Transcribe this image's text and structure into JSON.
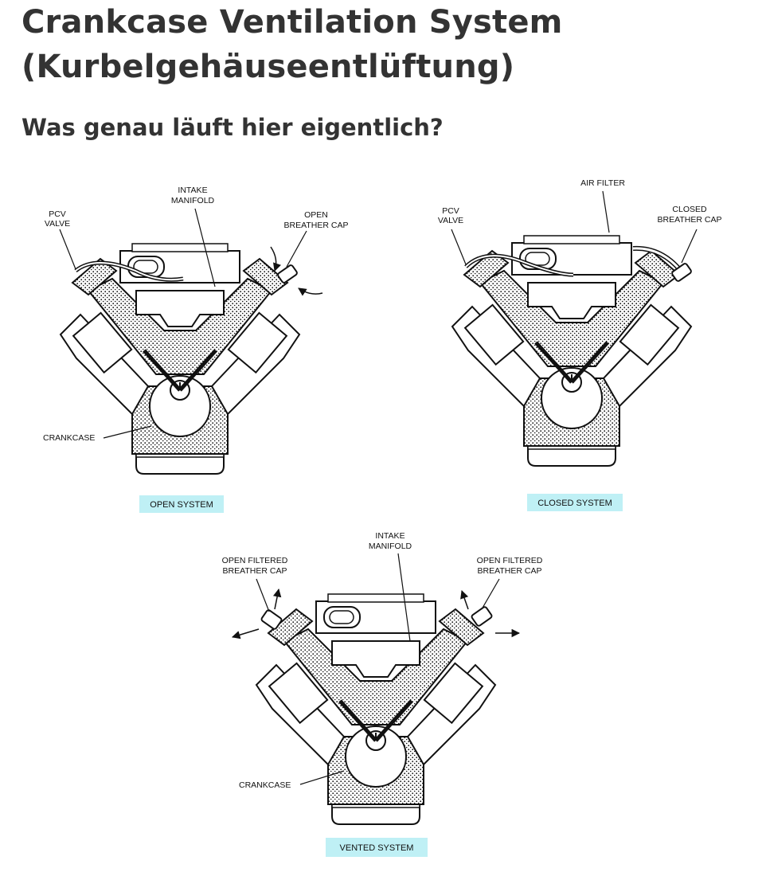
{
  "article": {
    "title_line1": "Crankcase Ventilation System",
    "title_line2": "(Kurbelgehäuseentlüftung)",
    "subtitle": "Was genau läuft hier eigentlich?"
  },
  "figure": {
    "open": {
      "intake_l1": "INTAKE",
      "intake_l2": "MANIFOLD",
      "pcv_l1": "PCV",
      "pcv_l2": "VALVE",
      "breather_l1": "OPEN",
      "breather_l2": "BREATHER CAP",
      "crankcase": "CRANKCASE",
      "caption": "OPEN SYSTEM"
    },
    "closed": {
      "air_filter": "AIR FILTER",
      "pcv_l1": "PCV",
      "pcv_l2": "VALVE",
      "breather_l1": "CLOSED",
      "breather_l2": "BREATHER CAP",
      "caption": "CLOSED SYSTEM"
    },
    "vented": {
      "intake_l1": "INTAKE",
      "intake_l2": "MANIFOLD",
      "left_cap_l1": "OPEN FILTERED",
      "left_cap_l2": "BREATHER CAP",
      "right_cap_l1": "OPEN FILTERED",
      "right_cap_l2": "BREATHER CAP",
      "crankcase": "CRANKCASE",
      "caption": "VENTED SYSTEM"
    },
    "caption_bg": "#bff0f5"
  }
}
